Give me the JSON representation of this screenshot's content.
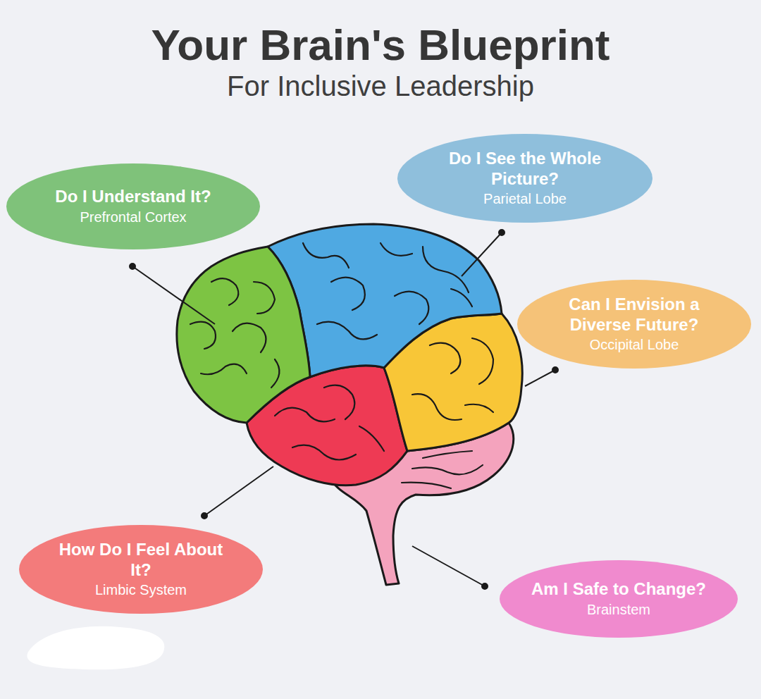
{
  "diagram": {
    "title": "Your Brain's Blueprint",
    "nodes": [
      {
        "text": [
          "Do I See the Whole Picture?",
          "Parietal Lobe"
        ]
      },
      {
        "text": [
          "Do I Understand It?",
          "Prefrontal Cortex"
        ]
      },
      {
        "text": [
          "Can I Envision a Diverse Future?",
          "Occipital Lobe"
        ]
      },
      {
        "text": [
          "How Do I Feel About It?",
          "Limbic System"
        ]
      },
      {
        "text": [
          "Am I Safe to Change?",
          "Brainstem"
        ]
      }
    ],
    "labels": [
      "For Inclusive Leadership"
    ]
  }
}
